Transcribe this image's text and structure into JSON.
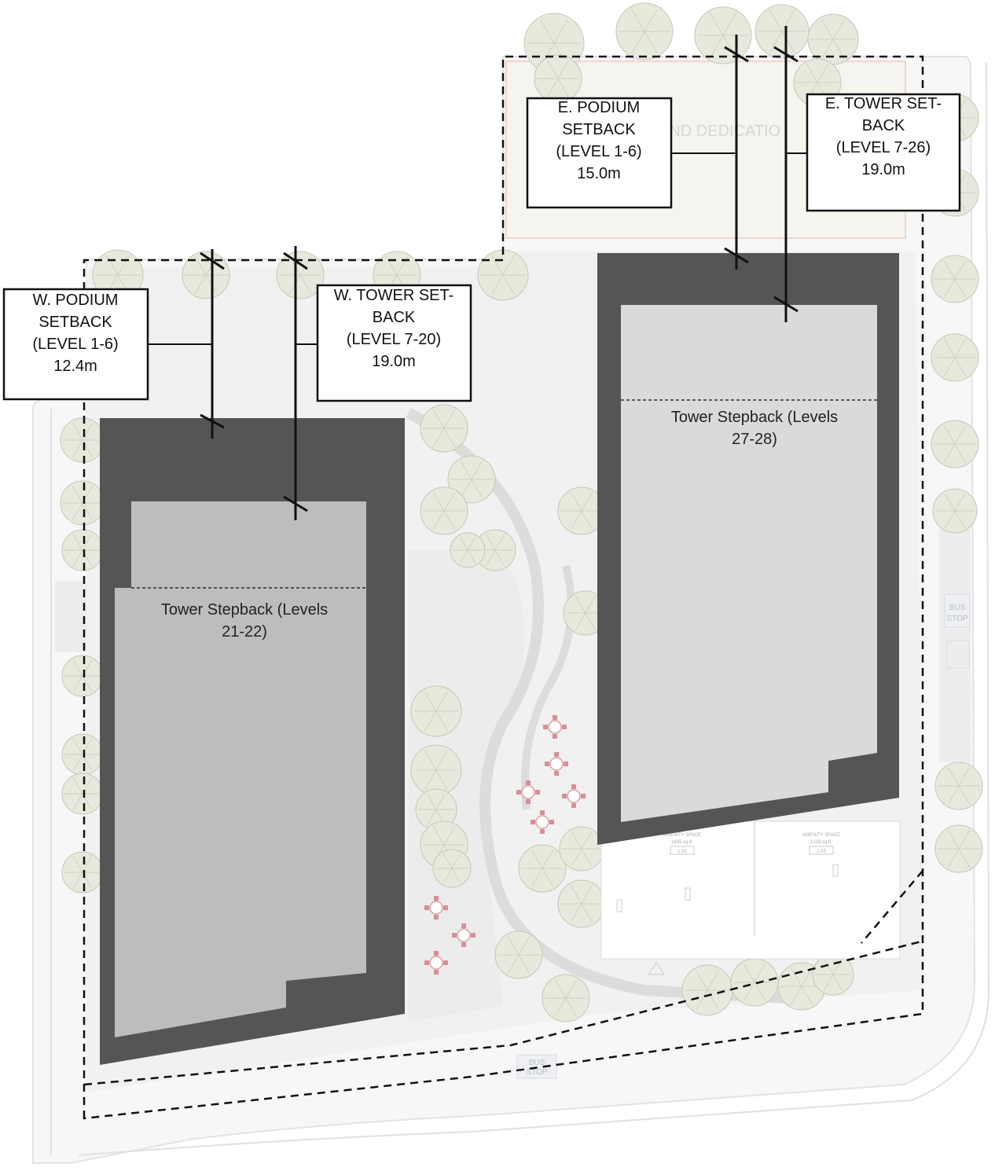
{
  "colors": {
    "podium": "#555555",
    "west_tower": "#bdbdbd",
    "east_tower": "#d9dadc",
    "property_line": "#111111",
    "paving": "#f2f2f2",
    "landscape": "#e6e9dc"
  },
  "callouts": {
    "w_podium": {
      "lines": [
        "W. PODIUM",
        "SETBACK",
        "(LEVEL 1-6)",
        "12.4m"
      ]
    },
    "w_tower": {
      "lines": [
        "W. TOWER SET-",
        "BACK",
        "(LEVEL 7-20)",
        "19.0m"
      ]
    },
    "e_podium": {
      "lines": [
        "E. PODIUM",
        "SETBACK",
        "(LEVEL 1-6)",
        "15.0m"
      ]
    },
    "e_tower": {
      "lines": [
        "E. TOWER SET-",
        "BACK",
        "(LEVEL 7-26)",
        "19.0m"
      ]
    }
  },
  "stepbacks": {
    "west": {
      "lines": [
        "Tower Stepback (Levels",
        "21-22)"
      ]
    },
    "east": {
      "lines": [
        "Tower Stepback (Levels",
        "27-28)"
      ]
    }
  },
  "site_labels": {
    "land_dedication": "AND DEDICATIO",
    "bus_stop_south": [
      "BUS",
      "STOP"
    ],
    "bus_stop_east": [
      "BUS",
      "STOP"
    ],
    "amenity_1": {
      "name": "AMENITY SPACE",
      "area": "1635 sq.ft.",
      "tag": "1.05"
    },
    "amenity_2": {
      "name": "AMENITY SPACE",
      "area": "1228 sq.ft.",
      "tag": "1.05"
    }
  }
}
